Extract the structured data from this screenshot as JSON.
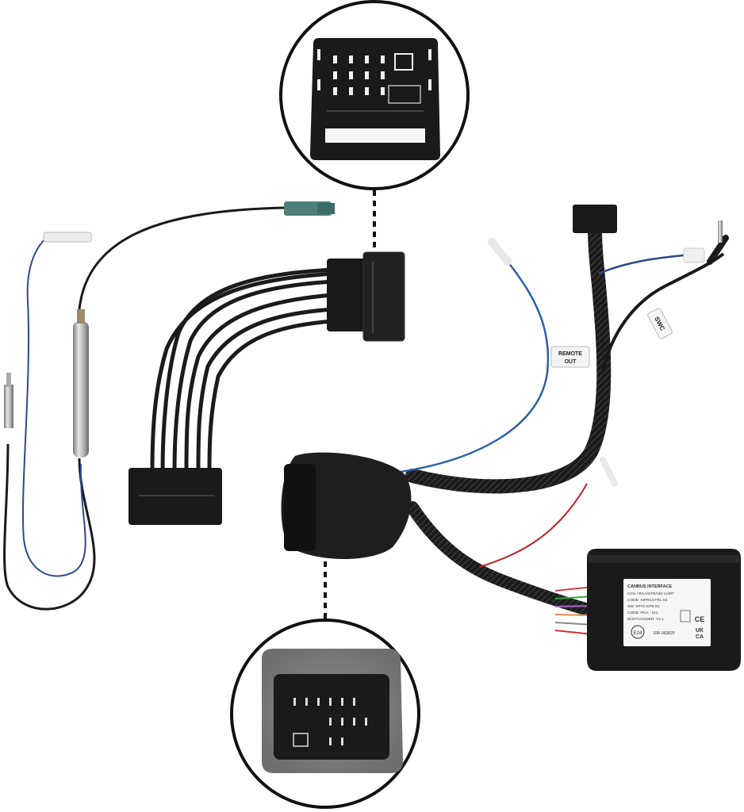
{
  "labels": {
    "remote_line1": "REMOTE",
    "remote_line2": "OUT",
    "swc": "SWC"
  },
  "interface_box": {
    "title": "CANBUS INTERFACE",
    "line1": "CCU / RCA/STR/VID UART",
    "line2": "CODE: KIPRCSTRL-04",
    "line3": "SW: SP7C-KP5.0C",
    "line4": "CODE: PCA - 151",
    "line5": "BOOTLOADER: V2.1",
    "approval_mark": "E24",
    "approval_number": "10R-063820",
    "ce_mark": "CE",
    "ukca_line1": "UK",
    "ukca_line2": "CA"
  }
}
